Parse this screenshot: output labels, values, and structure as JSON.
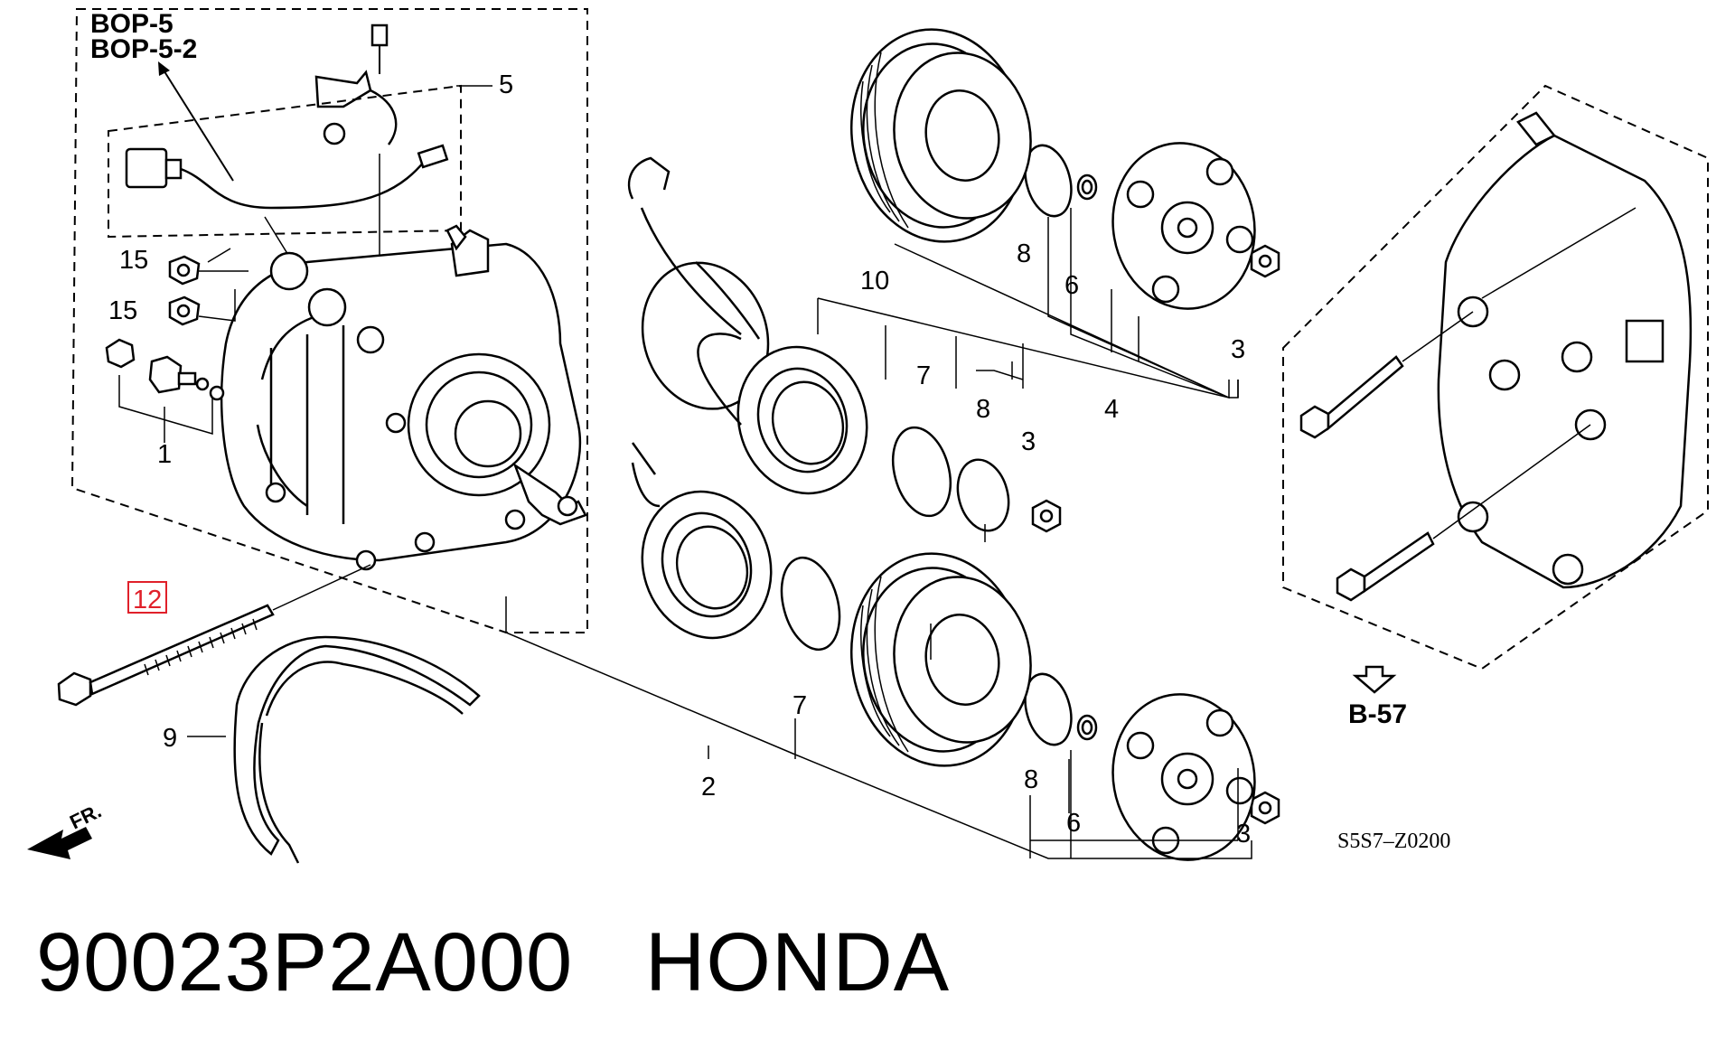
{
  "refs": {
    "bop5": "BOP-5",
    "bop52": "BOP-5-2",
    "b57": "B-57"
  },
  "callouts": {
    "c1": "1",
    "c2": "2",
    "c3a": "3",
    "c3b": "3",
    "c3c": "3",
    "c4": "4",
    "c5": "5",
    "c6a": "6",
    "c6b": "6",
    "c7a": "7",
    "c7b": "7",
    "c8a": "8",
    "c8b": "8",
    "c8c": "8",
    "c9": "9",
    "c10": "10",
    "c12": "12",
    "c15a": "15",
    "c15b": "15"
  },
  "highlighted_callout": "12",
  "highlight_color": "#e0202a",
  "front_marker": "FR.",
  "diagram_code": "S5S7–Z0200",
  "caption": {
    "part_number": "90023P2A000",
    "brand": "HONDA"
  }
}
